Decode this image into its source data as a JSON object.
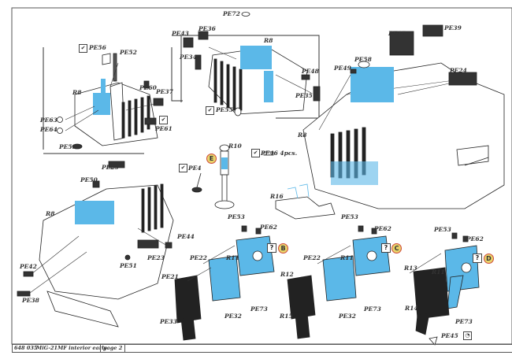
{
  "document": {
    "kit_number": "648 035",
    "title": "MiG-21MF interior early",
    "page": "page 2"
  },
  "colors": {
    "line": "#333333",
    "resin_part": "#ffffff",
    "etched_highlight": "#5bb8e8",
    "etched_dark": "#222222",
    "step_badge_fill": "#e8d36a",
    "step_badge_ring": "#d04a3a"
  },
  "labels": {
    "pe56": "PE56",
    "pe52": "PE52",
    "r8_a": "R8",
    "pe60": "PE60",
    "pe37": "PE37",
    "pe63": "PE63",
    "pe64": "PE64",
    "pe61": "PE61",
    "pe59": "PE59",
    "pe72": "PE72",
    "pe43": "PE43",
    "pe36": "PE36",
    "r8_b": "R8",
    "pe34": "PE34",
    "pe48": "PE48",
    "pe35": "PE35",
    "pe55": "PE55",
    "pe47": "PE47",
    "pe39": "PE39",
    "pe58": "PE58",
    "pe49": "PE49",
    "pe24": "PE24",
    "r8_c": "R8",
    "r10": "R10",
    "pe4": "PE4",
    "pe46": "PE46 4pcs.",
    "r16": "R16",
    "pe25": "PE25",
    "pe50": "PE50",
    "r8_d": "R8",
    "pe44": "PE44",
    "pe23": "PE23",
    "pe51": "PE51",
    "pe42": "PE42",
    "pe38": "PE38",
    "b_pe53": "PE53",
    "b_pe62": "PE62",
    "b_pe22": "PE22",
    "b_r11": "R11",
    "b_pe21": "PE21",
    "b_pe73": "PE73",
    "b_pe32": "PE32",
    "b_pe33": "PE33",
    "c_pe53": "PE53",
    "c_pe62": "PE62",
    "c_pe22": "PE22",
    "c_r11": "R11",
    "c_r12": "R12",
    "c_r15": "R15",
    "c_pe73": "PE73",
    "c_pe32": "PE32",
    "d_pe53": "PE53",
    "d_pe62": "PE62",
    "d_r13": "R13",
    "d_r11": "R11",
    "d_r14": "R14",
    "d_pe73": "PE73",
    "d_pe45": "PE45"
  },
  "step_markers": {
    "e": "E",
    "b": "B",
    "c": "C",
    "d": "D"
  },
  "symbols": {
    "check": "✔",
    "question": "?",
    "bend": "◔"
  }
}
